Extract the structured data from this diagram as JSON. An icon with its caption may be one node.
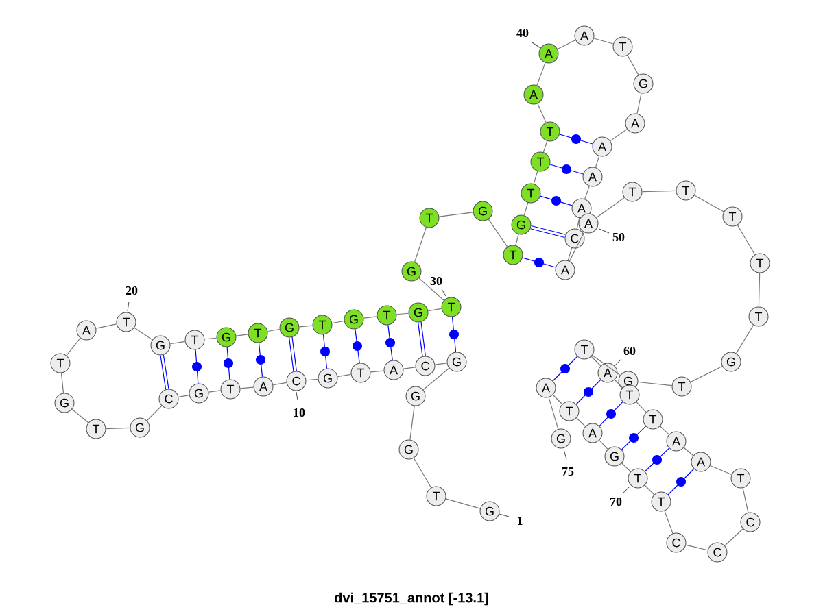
{
  "diagram": {
    "caption": "dvi_15751_annot [-13.1]",
    "nodes": [
      {
        "text": [
          "G"
        ],
        "beside": [
          "1"
        ]
      },
      {
        "text": [
          "T"
        ]
      },
      {
        "text": [
          "G"
        ]
      },
      {
        "text": [
          "G"
        ]
      },
      {
        "text": [
          "G"
        ]
      },
      {
        "text": [
          "C"
        ]
      },
      {
        "text": [
          "A"
        ]
      },
      {
        "text": [
          "T"
        ]
      },
      {
        "text": [
          "G"
        ]
      },
      {
        "text": [
          "C"
        ],
        "beside": [
          "10"
        ]
      },
      {
        "text": [
          "A"
        ]
      },
      {
        "text": [
          "T"
        ]
      },
      {
        "text": [
          "G"
        ]
      },
      {
        "text": [
          "C"
        ]
      },
      {
        "text": [
          "G"
        ]
      },
      {
        "text": [
          "T"
        ]
      },
      {
        "text": [
          "G"
        ]
      },
      {
        "text": [
          "T"
        ]
      },
      {
        "text": [
          "A"
        ]
      },
      {
        "text": [
          "T"
        ],
        "beside": [
          "20"
        ]
      },
      {
        "text": [
          "G"
        ]
      },
      {
        "text": [
          "T"
        ]
      },
      {
        "text": [
          "G"
        ]
      },
      {
        "text": [
          "T"
        ]
      },
      {
        "text": [
          "G"
        ]
      },
      {
        "text": [
          "T"
        ]
      },
      {
        "text": [
          "G"
        ]
      },
      {
        "text": [
          "T"
        ]
      },
      {
        "text": [
          "G"
        ]
      },
      {
        "text": [
          "T"
        ],
        "beside": [
          "30"
        ]
      },
      {
        "text": [
          "G"
        ]
      },
      {
        "text": [
          "T"
        ]
      },
      {
        "text": [
          "G"
        ]
      },
      {
        "text": [
          "T"
        ]
      },
      {
        "text": [
          "G"
        ]
      },
      {
        "text": [
          "T"
        ]
      },
      {
        "text": [
          "T"
        ]
      },
      {
        "text": [
          "T"
        ]
      },
      {
        "text": [
          "A"
        ]
      },
      {
        "text": [
          "A"
        ],
        "beside": [
          "40"
        ]
      },
      {
        "text": [
          "A"
        ]
      },
      {
        "text": [
          "T"
        ]
      },
      {
        "text": [
          "G"
        ]
      },
      {
        "text": [
          "A"
        ]
      },
      {
        "text": [
          "A"
        ]
      },
      {
        "text": [
          "A"
        ]
      },
      {
        "text": [
          "A"
        ]
      },
      {
        "text": [
          "C"
        ]
      },
      {
        "text": [
          "A"
        ]
      },
      {
        "text": [
          "A"
        ],
        "beside": [
          "50"
        ]
      },
      {
        "text": [
          "T"
        ]
      },
      {
        "text": [
          "T"
        ]
      },
      {
        "text": [
          "T"
        ]
      },
      {
        "text": [
          "T"
        ]
      },
      {
        "text": [
          "T"
        ]
      },
      {
        "text": [
          "G"
        ]
      },
      {
        "text": [
          "T"
        ]
      },
      {
        "text": [
          "G"
        ]
      },
      {
        "text": [
          "T"
        ]
      },
      {
        "text": [
          "A"
        ],
        "beside": [
          "60"
        ]
      },
      {
        "text": [
          "T"
        ]
      },
      {
        "text": [
          "T"
        ]
      },
      {
        "text": [
          "A"
        ]
      },
      {
        "text": [
          "A"
        ]
      },
      {
        "text": [
          "T"
        ]
      },
      {
        "text": [
          "C"
        ]
      },
      {
        "text": [
          "C"
        ]
      },
      {
        "text": [
          "C"
        ]
      },
      {
        "text": [
          "T"
        ]
      },
      {
        "text": [
          "T"
        ],
        "beside": [
          "70"
        ]
      },
      {
        "text": [
          "G"
        ]
      },
      {
        "text": [
          "A"
        ]
      },
      {
        "text": [
          "T"
        ]
      },
      {
        "text": [
          "A"
        ]
      },
      {
        "text": [
          "G"
        ],
        "beside": [
          "75"
        ]
      }
    ],
    "edges": [
      {
        "from": 0,
        "to": 1,
        "arrow": "none"
      },
      {
        "from": 1,
        "to": 2,
        "arrow": "none"
      },
      {
        "from": 2,
        "to": 3,
        "arrow": "none"
      },
      {
        "from": 3,
        "to": 4,
        "arrow": "none"
      },
      {
        "from": 4,
        "to": 5,
        "arrow": "none"
      },
      {
        "from": 5,
        "to": 6,
        "arrow": "none"
      },
      {
        "from": 6,
        "to": 7,
        "arrow": "none"
      },
      {
        "from": 7,
        "to": 8,
        "arrow": "none"
      },
      {
        "from": 8,
        "to": 9,
        "arrow": "none"
      },
      {
        "from": 9,
        "to": 10,
        "arrow": "none"
      },
      {
        "from": 10,
        "to": 11,
        "arrow": "none"
      },
      {
        "from": 11,
        "to": 12,
        "arrow": "none"
      },
      {
        "from": 12,
        "to": 13,
        "arrow": "none"
      },
      {
        "from": 13,
        "to": 14,
        "arrow": "none"
      },
      {
        "from": 14,
        "to": 15,
        "arrow": "none"
      },
      {
        "from": 15,
        "to": 16,
        "arrow": "none"
      },
      {
        "from": 16,
        "to": 17,
        "arrow": "none"
      },
      {
        "from": 17,
        "to": 18,
        "arrow": "none"
      },
      {
        "from": 18,
        "to": 19,
        "arrow": "none"
      },
      {
        "from": 19,
        "to": 20,
        "arrow": "none"
      },
      {
        "from": 20,
        "to": 21,
        "arrow": "none"
      },
      {
        "from": 21,
        "to": 22,
        "arrow": "none"
      },
      {
        "from": 22,
        "to": 23,
        "arrow": "none"
      },
      {
        "from": 23,
        "to": 24,
        "arrow": "none"
      },
      {
        "from": 24,
        "to": 25,
        "arrow": "none"
      },
      {
        "from": 25,
        "to": 26,
        "arrow": "none"
      },
      {
        "from": 26,
        "to": 27,
        "arrow": "none"
      },
      {
        "from": 27,
        "to": 28,
        "arrow": "none"
      },
      {
        "from": 28,
        "to": 29,
        "arrow": "none"
      },
      {
        "from": 29,
        "to": 30,
        "arrow": "none"
      },
      {
        "from": 30,
        "to": 31,
        "arrow": "none"
      },
      {
        "from": 31,
        "to": 32,
        "arrow": "none"
      },
      {
        "from": 32,
        "to": 33,
        "arrow": "none"
      },
      {
        "from": 33,
        "to": 34,
        "arrow": "none"
      },
      {
        "from": 34,
        "to": 35,
        "arrow": "none"
      },
      {
        "from": 35,
        "to": 36,
        "arrow": "none"
      },
      {
        "from": 36,
        "to": 37,
        "arrow": "none"
      },
      {
        "from": 37,
        "to": 38,
        "arrow": "none"
      },
      {
        "from": 38,
        "to": 39,
        "arrow": "none"
      },
      {
        "from": 39,
        "to": 40,
        "arrow": "none"
      },
      {
        "from": 40,
        "to": 41,
        "arrow": "none"
      },
      {
        "from": 41,
        "to": 42,
        "arrow": "none"
      },
      {
        "from": 42,
        "to": 43,
        "arrow": "none"
      },
      {
        "from": 43,
        "to": 44,
        "arrow": "none"
      },
      {
        "from": 44,
        "to": 45,
        "arrow": "none"
      },
      {
        "from": 45,
        "to": 46,
        "arrow": "none"
      },
      {
        "from": 46,
        "to": 47,
        "arrow": "none"
      },
      {
        "from": 47,
        "to": 48,
        "arrow": "none"
      },
      {
        "from": 48,
        "to": 49,
        "arrow": "none"
      },
      {
        "from": 49,
        "to": 50,
        "arrow": "none"
      },
      {
        "from": 50,
        "to": 51,
        "arrow": "none"
      },
      {
        "from": 51,
        "to": 52,
        "arrow": "none"
      },
      {
        "from": 52,
        "to": 53,
        "arrow": "none"
      },
      {
        "from": 53,
        "to": 54,
        "arrow": "none"
      },
      {
        "from": 54,
        "to": 55,
        "arrow": "none"
      },
      {
        "from": 55,
        "to": 56,
        "arrow": "none"
      },
      {
        "from": 56,
        "to": 57,
        "arrow": "none"
      },
      {
        "from": 57,
        "to": 58,
        "arrow": "none"
      },
      {
        "from": 58,
        "to": 59,
        "arrow": "none"
      },
      {
        "from": 59,
        "to": 60,
        "arrow": "none"
      },
      {
        "from": 60,
        "to": 61,
        "arrow": "none"
      },
      {
        "from": 61,
        "to": 62,
        "arrow": "none"
      },
      {
        "from": 62,
        "to": 63,
        "arrow": "none"
      },
      {
        "from": 63,
        "to": 64,
        "arrow": "none"
      },
      {
        "from": 64,
        "to": 65,
        "arrow": "none"
      },
      {
        "from": 65,
        "to": 66,
        "arrow": "none"
      },
      {
        "from": 66,
        "to": 67,
        "arrow": "none"
      },
      {
        "from": 67,
        "to": 68,
        "arrow": "none"
      },
      {
        "from": 68,
        "to": 69,
        "arrow": "none"
      },
      {
        "from": 69,
        "to": 70,
        "arrow": "none"
      },
      {
        "from": 70,
        "to": 71,
        "arrow": "none"
      },
      {
        "from": 71,
        "to": 72,
        "arrow": "none"
      },
      {
        "from": 72,
        "to": 73,
        "arrow": "none"
      },
      {
        "from": 73,
        "to": 74,
        "arrow": "none"
      },
      {
        "from": 4,
        "to": 29,
        "arrow": "none",
        "color": "#0000ff"
      },
      {
        "from": 5,
        "to": 28,
        "arrow": "none",
        "color": "#0000ff",
        "style": "thick"
      },
      {
        "from": 6,
        "to": 27,
        "arrow": "none",
        "color": "#0000ff"
      },
      {
        "from": 7,
        "to": 26,
        "arrow": "none",
        "color": "#0000ff"
      },
      {
        "from": 8,
        "to": 25,
        "arrow": "none",
        "color": "#0000ff"
      },
      {
        "from": 9,
        "to": 24,
        "arrow": "none",
        "color": "#0000ff",
        "style": "thick"
      },
      {
        "from": 10,
        "to": 23,
        "arrow": "none",
        "color": "#0000ff"
      },
      {
        "from": 11,
        "to": 22,
        "arrow": "none",
        "color": "#0000ff"
      },
      {
        "from": 12,
        "to": 21,
        "arrow": "none",
        "color": "#0000ff"
      },
      {
        "from": 13,
        "to": 20,
        "arrow": "none",
        "color": "#0000ff",
        "style": "thick"
      },
      {
        "from": 33,
        "to": 48,
        "arrow": "none",
        "color": "#0000ff"
      },
      {
        "from": 34,
        "to": 47,
        "arrow": "none",
        "color": "#0000ff",
        "style": "thick"
      },
      {
        "from": 35,
        "to": 46,
        "arrow": "none",
        "color": "#0000ff"
      },
      {
        "from": 36,
        "to": 45,
        "arrow": "none",
        "color": "#0000ff"
      },
      {
        "from": 37,
        "to": 44,
        "arrow": "none",
        "color": "#0000ff"
      },
      {
        "from": 58,
        "to": 73,
        "arrow": "none",
        "color": "#0000ff"
      },
      {
        "from": 59,
        "to": 72,
        "arrow": "none",
        "color": "#0000ff"
      },
      {
        "from": 60,
        "to": 71,
        "arrow": "none",
        "color": "#0000ff"
      },
      {
        "from": 61,
        "to": 70,
        "arrow": "none",
        "color": "#0000ff"
      },
      {
        "from": 62,
        "to": 69,
        "arrow": "none",
        "color": "#0000ff"
      },
      {
        "from": 63,
        "to": 68,
        "arrow": "none",
        "color": "#0000ff"
      }
    ]
  }
}
